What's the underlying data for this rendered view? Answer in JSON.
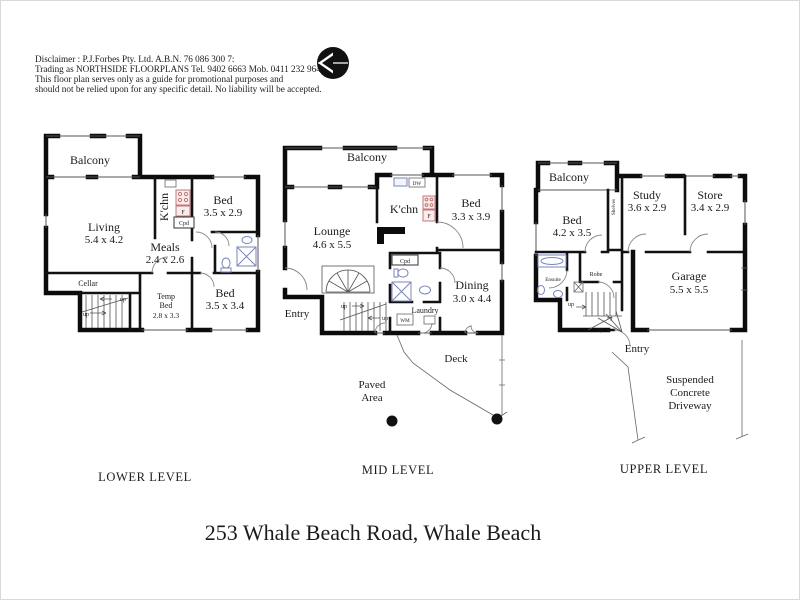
{
  "disclaimer": {
    "lines": [
      "Disclaimer : P.J.Forbes Pty. Ltd. A.B.N. 76 086 300 7:",
      "Trading as NORTHSIDE FLOORPLANS Tel. 9402 6663 Mob. 0411 232 964",
      "This floor plan serves only as a guide for promotional purposes and",
      "should not be relied upon for any specific detail. No liability will be accepted."
    ]
  },
  "title": "253 Whale Beach Road, Whale Beach",
  "labels": {
    "up": "up",
    "cpd": "Cpd",
    "fridge": "F",
    "dishwasher": "DW",
    "washing_machine": "WM"
  },
  "lower": {
    "level_label": "LOWER LEVEL",
    "balcony": "Balcony",
    "living_name": "Living",
    "living_dims": "5.4 x 4.2",
    "kitchen": "K'chn",
    "bed1_name": "Bed",
    "bed1_dims": "3.5 x 2.9",
    "meals_name": "Meals",
    "meals_dims": "2.4 x 2.6",
    "cellar": "Cellar",
    "tempbed_line1": "Temp",
    "tempbed_line2": "Bed",
    "tempbed_dims": "2.8 x 3.3",
    "bed2_name": "Bed",
    "bed2_dims": "3.5 x 3.4"
  },
  "mid": {
    "level_label": "MID LEVEL",
    "balcony": "Balcony",
    "lounge_name": "Lounge",
    "lounge_dims": "4.6 x 5.5",
    "kitchen": "K'chn",
    "bed_name": "Bed",
    "bed_dims": "3.3 x 3.9",
    "dining_name": "Dining",
    "dining_dims": "3.0 x 4.4",
    "entry": "Entry",
    "laundry": "Laundry",
    "deck": "Deck",
    "paved_line1": "Paved",
    "paved_line2": "Area"
  },
  "upper": {
    "level_label": "UPPER LEVEL",
    "balcony": "Balcony",
    "bed_name": "Bed",
    "bed_dims": "4.2 x 3.5",
    "study_name": "Study",
    "study_dims": "3.6 x 2.9",
    "store_name": "Store",
    "store_dims": "3.4 x 2.9",
    "garage_name": "Garage",
    "garage_dims": "5.5 x 5.5",
    "ensuite": "Ensuite",
    "robe": "Robe",
    "shelves": "Shelves",
    "entry": "Entry",
    "driveway_line1": "Suspended",
    "driveway_line2": "Concrete",
    "driveway_line3": "Driveway"
  }
}
